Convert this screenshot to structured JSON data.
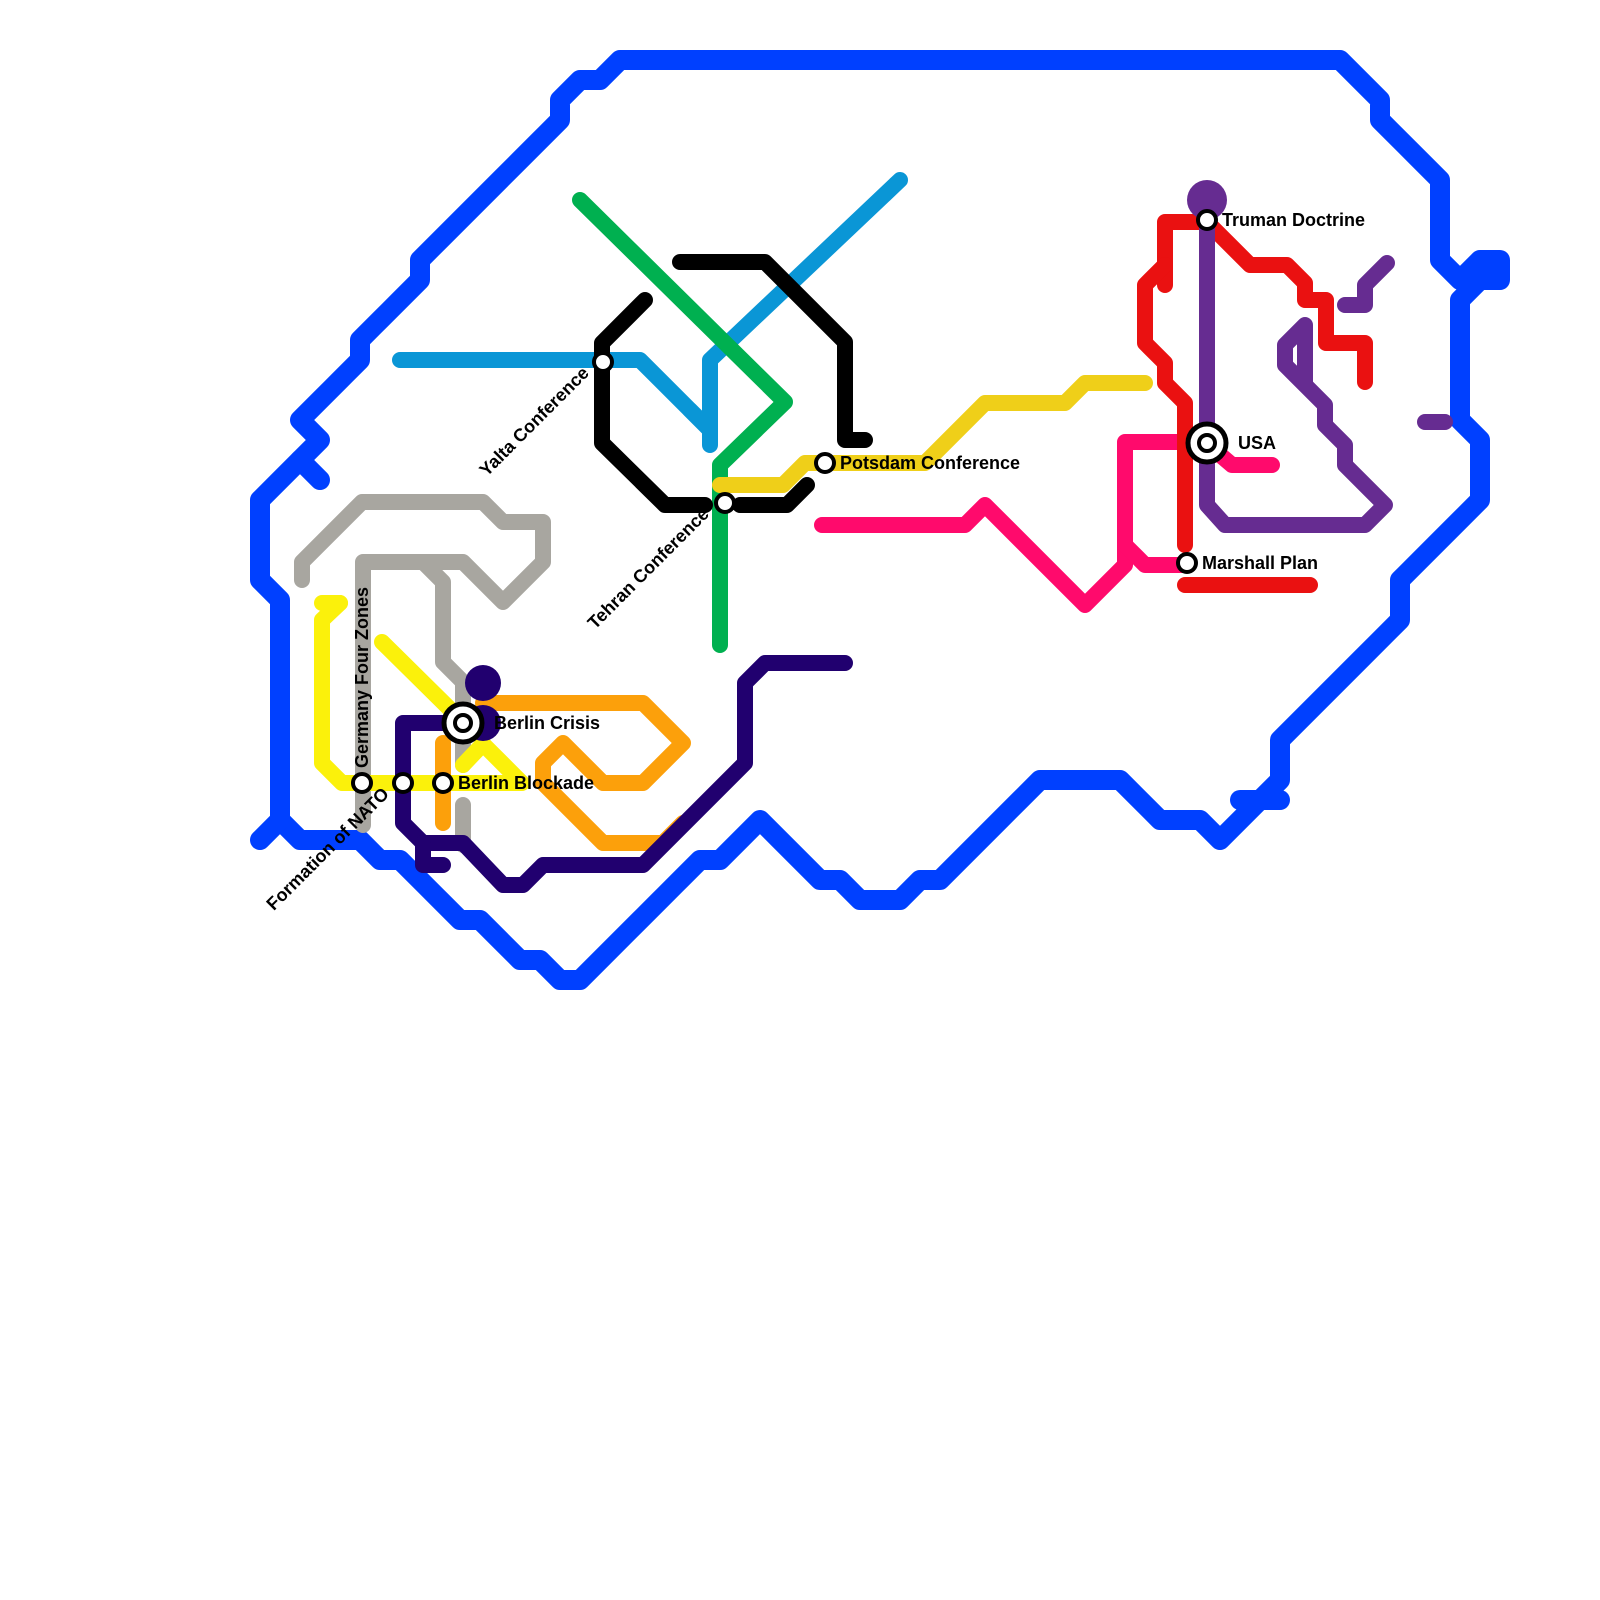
{
  "stations": {
    "truman_doctrine": "Truman Doctrine",
    "usa": "USA",
    "marshall_plan": "Marshall Plan",
    "potsdam_conference": "Potsdam Conference",
    "tehran_conference": "Tehran Conference",
    "yalta_conference": "Yalta Conference",
    "berlin_crisis": "Berlin Crisis",
    "berlin_blockade": "Berlin Blockade",
    "germany_four_zones": "Germany Four Zones",
    "formation_of_nato": "Formation of NATO"
  },
  "line_colors": {
    "blue": "#0040ff",
    "sky": "#0a96d6",
    "green": "#00b050",
    "black": "#000000",
    "gold": "#efcf19",
    "pink": "#ff0a6c",
    "red": "#ea1111",
    "purple": "#662c91",
    "grey": "#a8a6a0",
    "yellow": "#fbf10b",
    "orange": "#fca00b",
    "indigo": "#21006f"
  }
}
